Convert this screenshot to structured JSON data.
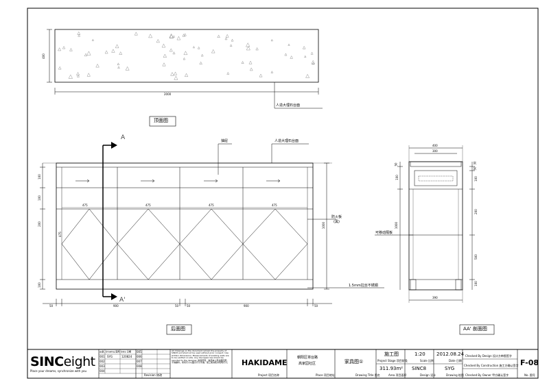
{
  "top_view": {
    "title": "顶面图",
    "dim_length": "2000",
    "dim_depth": "400",
    "material_note": "人造大理石台面"
  },
  "rear_view": {
    "title": "后面图",
    "section_mark_top": "A",
    "section_mark_bottom": "A'",
    "note_drawer": "抽屉",
    "note_top": "人造大理石台面",
    "note_board": "防火板",
    "note_board2": "(黑)",
    "note_steel": "1.5mm拉丝不锈钢",
    "dims_panel": [
      "475",
      "475",
      "475",
      "475"
    ],
    "dims_bottom": [
      "50",
      "900",
      "50",
      "50",
      "900",
      "50"
    ],
    "dims_left": [
      "100",
      "100",
      "200",
      "475",
      "100"
    ],
    "dim_height": "1000"
  },
  "section_view": {
    "title": "AA' 剖面图",
    "dim_top_outer": "400",
    "dim_top_inner": "300",
    "dim_bottom": "390",
    "note_shelf": "可移动隔板",
    "dims_left": [
      "50",
      "100",
      "1000"
    ],
    "dims_right": [
      "30",
      "50",
      "100",
      "200",
      "500",
      "100"
    ]
  },
  "title_block": {
    "logo_sin": "SIN",
    "logo_c": "C",
    "logo_eight": "eight",
    "slogan": "Place your dreams, synchronize with you",
    "rev_headers": [
      "edt.",
      "Drawing 图号",
      "Date 日期"
    ],
    "rev_row1": [
      "001",
      "SYG",
      "120824"
    ],
    "rev_rows": [
      "002",
      "003",
      "004"
    ],
    "rev_rows2": [
      "005",
      "006",
      "007",
      "008"
    ],
    "revision_label": "Revision 修改",
    "disclaimer": "All drawings on the document remain the property of SINC8 and shall not be used without prior consent. Use written dimensions. Measurements of existing walls are to be verified on site. Any discrepancies should be reported to the designer. 版权所有，未经本公司书面同意，不得翻印。所有尺寸以图示尺寸为准，施工前请核对现场尺寸。",
    "project": "HAKIDAME",
    "project_label": "Project 项目名称",
    "place_line1": "朝阳区将台路",
    "place_line2": "高家园社区",
    "place_label": "Place 项目地址",
    "drawing_title": "家具图①",
    "drawing_title_label": "Drawing Title 图名",
    "stage": "施工图",
    "stage_label": "Project Stage 项目阶段",
    "area": "311.93m²",
    "area_label": "Area 项目面积",
    "scale": "1:20",
    "scale_label": "Scale 比例",
    "design": "SINC8",
    "design_label": "Design 设计",
    "date": "2012.08.24",
    "date_label": "Date 日期",
    "drawing_by": "SYG",
    "drawing_label": "Drawing 绘图",
    "check_design": "Checked By Design 设计方审图签字",
    "check_construction": "Checked By Construction 施工方确认签字",
    "check_owner": "Checked By Owner 甲方确认签字",
    "sheet_no": "F-08",
    "sheet_label": "No. 图号"
  }
}
